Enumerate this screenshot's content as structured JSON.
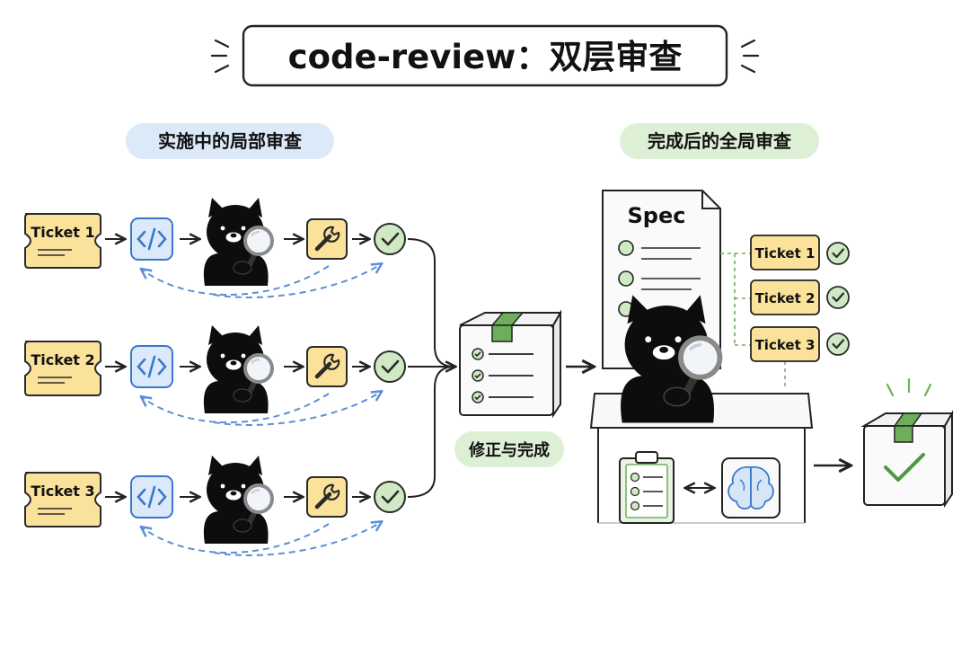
{
  "title": "code-review：双层审查",
  "local": {
    "heading": "实施中的局部审查",
    "rows": [
      {
        "ticket": "Ticket 1"
      },
      {
        "ticket": "Ticket 2"
      },
      {
        "ticket": "Ticket 3"
      }
    ]
  },
  "merge": {
    "label": "修正与完成"
  },
  "global": {
    "heading": "完成后的全局审查",
    "spec_label": "Spec",
    "tickets": [
      "Ticket 1",
      "Ticket 2",
      "Ticket 3"
    ]
  },
  "icons": {
    "code": "code-brackets-icon",
    "reviewer": "bear-magnifier-icon",
    "fix": "wrench-icon",
    "check": "check-circle-icon",
    "package": "package-box-icon",
    "clipboard": "clipboard-checklist-icon",
    "brain": "brain-icon",
    "swap": "double-arrow-icon"
  },
  "colors": {
    "ticket_fill": "#fbe29a",
    "code_fill": "#dce9fb",
    "code_stroke": "#3a78c9",
    "check_fill": "#cfe9c4",
    "check_stroke": "#4a9a3e",
    "badge_blue": "#dbe9f8",
    "badge_green": "#ddf0d6",
    "loop_arrow": "#5b8fd6"
  }
}
